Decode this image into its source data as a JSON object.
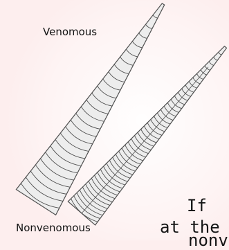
{
  "labels": {
    "venomous": "Venomous",
    "nonvenomous": "Nonvenomous"
  },
  "caption": {
    "line1": "If",
    "line2": "at the",
    "line3": "nonve"
  },
  "colors": {
    "background": "#fdeeee",
    "glow": "#ffffff",
    "scale_fill": "#ededed",
    "scale_stroke": "#505050"
  }
}
